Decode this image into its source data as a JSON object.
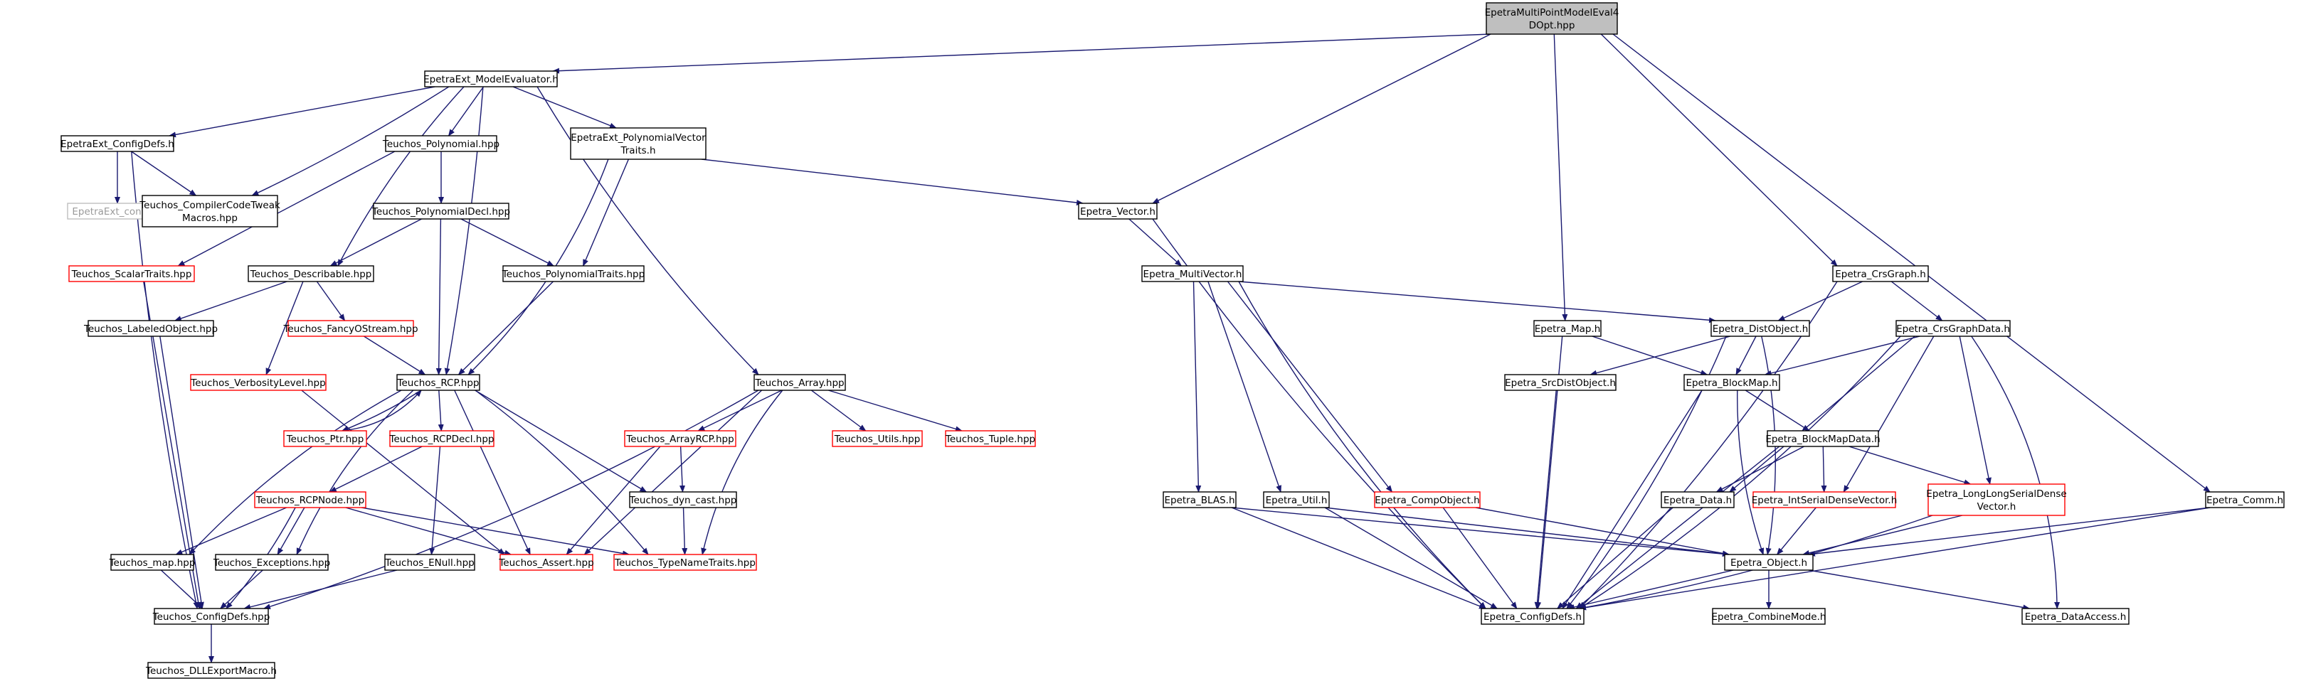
{
  "colors": {
    "edge": "#191970",
    "border_normal": "#000000",
    "border_truncated": "#ff0000",
    "border_undocumented": "#bfbfbf",
    "root_fill": "#bfbfbf",
    "node_fill": "#ffffff",
    "text": "#000000"
  },
  "nodes": [
    {
      "id": "root",
      "lines": [
        "EpetraMultiPointModelEval4",
        "DOpt.hpp"
      ],
      "kind": "root"
    },
    {
      "id": "me",
      "lines": [
        "EpetraExt_ModelEvaluator.h"
      ],
      "kind": "normal"
    },
    {
      "id": "cfgdefs",
      "lines": [
        "EpetraExt_ConfigDefs.h"
      ],
      "kind": "normal"
    },
    {
      "id": "epconfig",
      "lines": [
        "EpetraExt_config.h"
      ],
      "kind": "undocumented"
    },
    {
      "id": "ccte",
      "lines": [
        "Teuchos_CompilerCodeTweak",
        "Macros.hpp"
      ],
      "kind": "normal"
    },
    {
      "id": "tpoly",
      "lines": [
        "Teuchos_Polynomial.hpp"
      ],
      "kind": "normal"
    },
    {
      "id": "pvt",
      "lines": [
        "EpetraExt_PolynomialVector",
        "Traits.h"
      ],
      "kind": "normal"
    },
    {
      "id": "polydecl",
      "lines": [
        "Teuchos_PolynomialDecl.hpp"
      ],
      "kind": "normal"
    },
    {
      "id": "scalar",
      "lines": [
        "Teuchos_ScalarTraits.hpp"
      ],
      "kind": "truncated"
    },
    {
      "id": "descr",
      "lines": [
        "Teuchos_Describable.hpp"
      ],
      "kind": "normal"
    },
    {
      "id": "polytr",
      "lines": [
        "Teuchos_PolynomialTraits.hpp"
      ],
      "kind": "normal"
    },
    {
      "id": "labeled",
      "lines": [
        "Teuchos_LabeledObject.hpp"
      ],
      "kind": "normal"
    },
    {
      "id": "fancy",
      "lines": [
        "Teuchos_FancyOStream.hpp"
      ],
      "kind": "truncated"
    },
    {
      "id": "verb",
      "lines": [
        "Teuchos_VerbosityLevel.hpp"
      ],
      "kind": "truncated"
    },
    {
      "id": "rcp",
      "lines": [
        "Teuchos_RCP.hpp"
      ],
      "kind": "normal"
    },
    {
      "id": "array",
      "lines": [
        "Teuchos_Array.hpp"
      ],
      "kind": "normal"
    },
    {
      "id": "ptr",
      "lines": [
        "Teuchos_Ptr.hpp"
      ],
      "kind": "truncated"
    },
    {
      "id": "rcpdecl",
      "lines": [
        "Teuchos_RCPDecl.hpp"
      ],
      "kind": "truncated"
    },
    {
      "id": "arrayrcp",
      "lines": [
        "Teuchos_ArrayRCP.hpp"
      ],
      "kind": "truncated"
    },
    {
      "id": "utils",
      "lines": [
        "Teuchos_Utils.hpp"
      ],
      "kind": "truncated"
    },
    {
      "id": "tuple",
      "lines": [
        "Teuchos_Tuple.hpp"
      ],
      "kind": "truncated"
    },
    {
      "id": "rcpnode",
      "lines": [
        "Teuchos_RCPNode.hpp"
      ],
      "kind": "truncated"
    },
    {
      "id": "dyncast",
      "lines": [
        "Teuchos_dyn_cast.hpp"
      ],
      "kind": "normal"
    },
    {
      "id": "tmap",
      "lines": [
        "Teuchos_map.hpp"
      ],
      "kind": "normal"
    },
    {
      "id": "exc",
      "lines": [
        "Teuchos_Exceptions.hpp"
      ],
      "kind": "normal"
    },
    {
      "id": "enull",
      "lines": [
        "Teuchos_ENull.hpp"
      ],
      "kind": "normal"
    },
    {
      "id": "assert",
      "lines": [
        "Teuchos_Assert.hpp"
      ],
      "kind": "truncated"
    },
    {
      "id": "tnt",
      "lines": [
        "Teuchos_TypeNameTraits.hpp"
      ],
      "kind": "truncated"
    },
    {
      "id": "tcfg",
      "lines": [
        "Teuchos_ConfigDefs.hpp"
      ],
      "kind": "normal"
    },
    {
      "id": "dll",
      "lines": [
        "Teuchos_DLLExportMacro.h"
      ],
      "kind": "normal"
    },
    {
      "id": "vector",
      "lines": [
        "Epetra_Vector.h"
      ],
      "kind": "normal"
    },
    {
      "id": "mv",
      "lines": [
        "Epetra_MultiVector.h"
      ],
      "kind": "normal"
    },
    {
      "id": "crsgraph",
      "lines": [
        "Epetra_CrsGraph.h"
      ],
      "kind": "normal"
    },
    {
      "id": "emap",
      "lines": [
        "Epetra_Map.h"
      ],
      "kind": "normal"
    },
    {
      "id": "dist",
      "lines": [
        "Epetra_DistObject.h"
      ],
      "kind": "normal"
    },
    {
      "id": "crsdata",
      "lines": [
        "Epetra_CrsGraphData.h"
      ],
      "kind": "normal"
    },
    {
      "id": "srcdist",
      "lines": [
        "Epetra_SrcDistObject.h"
      ],
      "kind": "normal"
    },
    {
      "id": "blockmap",
      "lines": [
        "Epetra_BlockMap.h"
      ],
      "kind": "normal"
    },
    {
      "id": "bmdata",
      "lines": [
        "Epetra_BlockMapData.h"
      ],
      "kind": "normal"
    },
    {
      "id": "blas",
      "lines": [
        "Epetra_BLAS.h"
      ],
      "kind": "normal"
    },
    {
      "id": "util",
      "lines": [
        "Epetra_Util.h"
      ],
      "kind": "normal"
    },
    {
      "id": "comp",
      "lines": [
        "Epetra_CompObject.h"
      ],
      "kind": "truncated"
    },
    {
      "id": "edata",
      "lines": [
        "Epetra_Data.h"
      ],
      "kind": "normal"
    },
    {
      "id": "isdv",
      "lines": [
        "Epetra_IntSerialDenseVector.h"
      ],
      "kind": "truncated"
    },
    {
      "id": "llsdv",
      "lines": [
        "Epetra_LongLongSerialDense",
        "Vector.h"
      ],
      "kind": "truncated"
    },
    {
      "id": "comm",
      "lines": [
        "Epetra_Comm.h"
      ],
      "kind": "normal"
    },
    {
      "id": "object",
      "lines": [
        "Epetra_Object.h"
      ],
      "kind": "normal"
    },
    {
      "id": "ecfg",
      "lines": [
        "Epetra_ConfigDefs.h"
      ],
      "kind": "normal"
    },
    {
      "id": "combine",
      "lines": [
        "Epetra_CombineMode.h"
      ],
      "kind": "normal"
    },
    {
      "id": "access",
      "lines": [
        "Epetra_DataAccess.h"
      ],
      "kind": "normal"
    }
  ],
  "edges": [
    [
      "root",
      "me"
    ],
    [
      "root",
      "vector"
    ],
    [
      "root",
      "emap"
    ],
    [
      "root",
      "crsgraph"
    ],
    [
      "root",
      "comm"
    ],
    [
      "me",
      "cfgdefs"
    ],
    [
      "me",
      "ccte"
    ],
    [
      "me",
      "tpoly"
    ],
    [
      "me",
      "pvt"
    ],
    [
      "me",
      "descr"
    ],
    [
      "me",
      "rcp"
    ],
    [
      "me",
      "array"
    ],
    [
      "cfgdefs",
      "epconfig"
    ],
    [
      "cfgdefs",
      "ccte"
    ],
    [
      "cfgdefs",
      "tcfg"
    ],
    [
      "tpoly",
      "polydecl"
    ],
    [
      "tpoly",
      "scalar"
    ],
    [
      "pvt",
      "polytr"
    ],
    [
      "pvt",
      "rcp"
    ],
    [
      "pvt",
      "vector"
    ],
    [
      "polydecl",
      "descr"
    ],
    [
      "polydecl",
      "polytr"
    ],
    [
      "polydecl",
      "rcp"
    ],
    [
      "scalar",
      "tcfg"
    ],
    [
      "descr",
      "labeled"
    ],
    [
      "descr",
      "fancy"
    ],
    [
      "descr",
      "verb"
    ],
    [
      "polytr",
      "rcp"
    ],
    [
      "labeled",
      "tcfg"
    ],
    [
      "fancy",
      "rcp"
    ],
    [
      "verb",
      "assert"
    ],
    [
      "rcp",
      "ptr"
    ],
    [
      "rcp",
      "rcpdecl"
    ],
    [
      "rcp",
      "dyncast"
    ],
    [
      "rcp",
      "tmap"
    ],
    [
      "rcp",
      "exc"
    ],
    [
      "rcp",
      "assert"
    ],
    [
      "rcp",
      "tnt"
    ],
    [
      "ptr",
      "rcp"
    ],
    [
      "rcpdecl",
      "rcpnode"
    ],
    [
      "rcpdecl",
      "enull"
    ],
    [
      "array",
      "arrayrcp"
    ],
    [
      "array",
      "utils"
    ],
    [
      "array",
      "tuple"
    ],
    [
      "array",
      "assert"
    ],
    [
      "array",
      "tnt"
    ],
    [
      "array",
      "tcfg"
    ],
    [
      "arrayrcp",
      "dyncast"
    ],
    [
      "arrayrcp",
      "assert"
    ],
    [
      "dyncast",
      "tnt"
    ],
    [
      "rcpnode",
      "tmap"
    ],
    [
      "rcpnode",
      "exc"
    ],
    [
      "rcpnode",
      "assert"
    ],
    [
      "rcpnode",
      "tnt"
    ],
    [
      "rcpnode",
      "tcfg"
    ],
    [
      "tmap",
      "tcfg"
    ],
    [
      "exc",
      "tcfg"
    ],
    [
      "enull",
      "tcfg"
    ],
    [
      "tcfg",
      "dll"
    ],
    [
      "vector",
      "mv"
    ],
    [
      "vector",
      "ecfg"
    ],
    [
      "mv",
      "dist"
    ],
    [
      "mv",
      "blas"
    ],
    [
      "mv",
      "util"
    ],
    [
      "mv",
      "comp"
    ],
    [
      "mv",
      "ecfg"
    ],
    [
      "crsgraph",
      "dist"
    ],
    [
      "crsgraph",
      "crsdata"
    ],
    [
      "crsgraph",
      "ecfg"
    ],
    [
      "emap",
      "blockmap"
    ],
    [
      "emap",
      "ecfg"
    ],
    [
      "dist",
      "srcdist"
    ],
    [
      "dist",
      "blockmap"
    ],
    [
      "dist",
      "object"
    ],
    [
      "dist",
      "ecfg"
    ],
    [
      "crsdata",
      "blockmap"
    ],
    [
      "crsdata",
      "edata"
    ],
    [
      "crsdata",
      "isdv"
    ],
    [
      "crsdata",
      "llsdv"
    ],
    [
      "crsdata",
      "ecfg"
    ],
    [
      "crsdata",
      "access"
    ],
    [
      "srcdist",
      "ecfg"
    ],
    [
      "blockmap",
      "bmdata"
    ],
    [
      "blockmap",
      "object"
    ],
    [
      "blockmap",
      "ecfg"
    ],
    [
      "bmdata",
      "edata"
    ],
    [
      "bmdata",
      "isdv"
    ],
    [
      "bmdata",
      "llsdv"
    ],
    [
      "bmdata",
      "ecfg"
    ],
    [
      "blas",
      "object"
    ],
    [
      "blas",
      "ecfg"
    ],
    [
      "util",
      "object"
    ],
    [
      "util",
      "ecfg"
    ],
    [
      "comp",
      "object"
    ],
    [
      "comp",
      "ecfg"
    ],
    [
      "edata",
      "ecfg"
    ],
    [
      "isdv",
      "object"
    ],
    [
      "llsdv",
      "object"
    ],
    [
      "llsdv",
      "ecfg"
    ],
    [
      "comm",
      "object"
    ],
    [
      "comm",
      "ecfg"
    ],
    [
      "object",
      "ecfg"
    ],
    [
      "object",
      "combine"
    ],
    [
      "object",
      "access"
    ]
  ]
}
